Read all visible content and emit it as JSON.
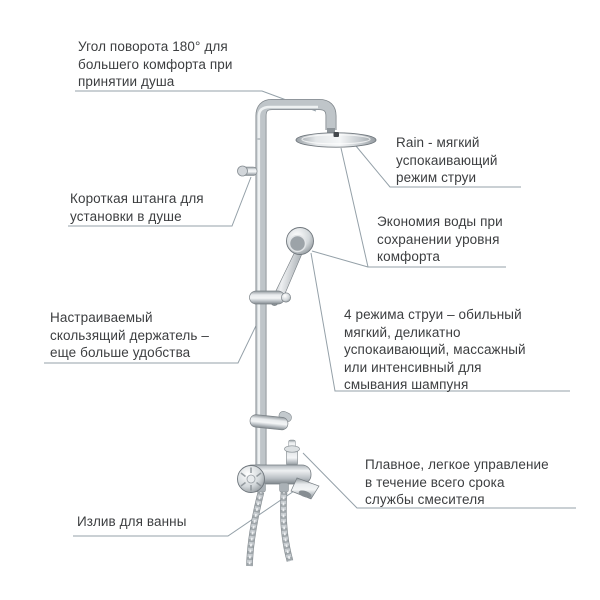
{
  "diagram": {
    "subject": "shower-system",
    "labels": [
      {
        "name": "rotation-angle",
        "side": "left",
        "lines": [
          "Угол поворота 180° для",
          "большего комфорта при",
          "принятии душа"
        ]
      },
      {
        "name": "rain-mode",
        "side": "right",
        "lines": [
          "Rain - мягкий",
          "успокаивающий",
          "режим струи"
        ]
      },
      {
        "name": "short-bar",
        "side": "left",
        "lines": [
          "Короткая штанга для",
          "установки в душе"
        ]
      },
      {
        "name": "water-saving",
        "side": "right",
        "lines": [
          "Экономия воды при",
          "сохранении уровня",
          "комфорта"
        ]
      },
      {
        "name": "sliding-holder",
        "side": "left",
        "lines": [
          "Настраиваемый",
          "скользящий держатель –",
          "еще больше удобства"
        ]
      },
      {
        "name": "spray-modes",
        "side": "right",
        "lines": [
          "4 режима струи – обильный",
          "мягкий, деликатно",
          "успокаивающий, массажный",
          "или интенсивный для",
          "смывания шампуня"
        ]
      },
      {
        "name": "smooth-control",
        "side": "right",
        "lines": [
          "Плавное, легкое управление",
          "в течение всего срока",
          "службы смесителя"
        ]
      },
      {
        "name": "bath-spout",
        "side": "left",
        "lines": [
          "Излив для ванны"
        ]
      }
    ],
    "product_parts": [
      "shower-arm",
      "rain-shower-head",
      "shower-rail",
      "wall-bracket",
      "hand-shower",
      "slider-holder",
      "lower-bracket",
      "bath-mixer",
      "mixer-knob",
      "diverter",
      "bath-spout",
      "shower-hose"
    ],
    "colors": {
      "background": "#ffffff",
      "text": "#3c3e40",
      "leader_line": "#94a0a8",
      "chrome_light": "#f3f5f6",
      "chrome_mid": "#bfc5c9",
      "chrome_dark": "#80878c"
    }
  }
}
